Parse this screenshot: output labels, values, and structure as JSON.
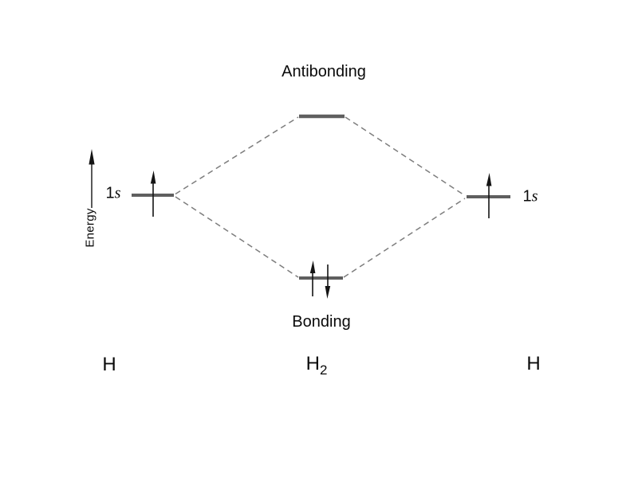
{
  "diagram": {
    "antibonding_label": "Antibonding",
    "bonding_label": "Bonding",
    "energy_axis_label": "Energy",
    "orbital_label": {
      "n": "1",
      "letter": "s"
    },
    "atom_left": "H",
    "molecule": {
      "symbol": "H",
      "subscript": "2"
    },
    "atom_right": "H"
  },
  "colors": {
    "level": "#5f5f5f",
    "dash": "#7d7d7d",
    "arrow": "#141414",
    "text": "#0a0a0a",
    "background": "#ffffff"
  }
}
